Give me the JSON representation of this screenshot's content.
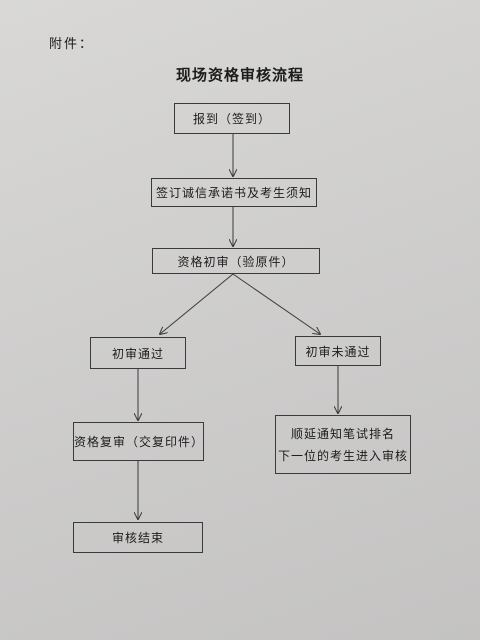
{
  "header": {
    "attachment_label": "附件："
  },
  "title": "现场资格审核流程",
  "steps": {
    "check_in": "报到（签到）",
    "sign_pledge": "签订诚信承诺书及考生须知",
    "initial_review": "资格初审（验原件）",
    "initial_pass": "初审通过",
    "initial_fail": "初审未通过",
    "second_review": "资格复审（交复印件）",
    "review_end": "审核结束",
    "next_candidate_line1": "顺延通知笔试排名",
    "next_candidate_line2": "下一位的考生进入审核"
  },
  "colors": {
    "paper": "#d6d5d3",
    "ink": "#1c1c1c",
    "line": "#3a3a3a"
  }
}
